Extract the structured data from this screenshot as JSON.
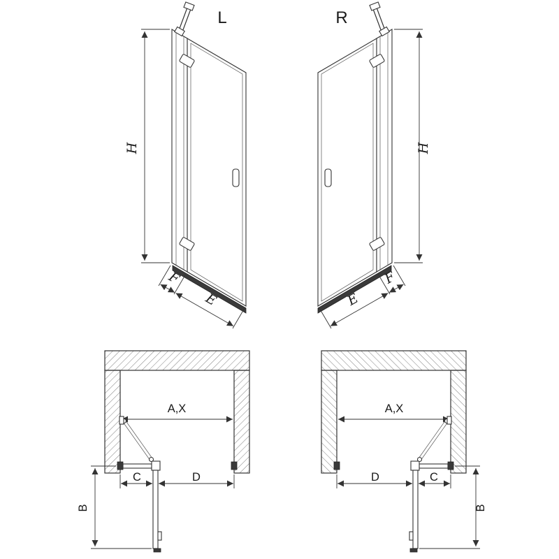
{
  "diagram": {
    "colors": {
      "line": "#333333",
      "hatch": "#8a8a8a",
      "threshold": "#3a3a3a",
      "background": "#ffffff"
    }
  },
  "front_views": {
    "left": {
      "label": "L",
      "height": "H",
      "fixed": "F",
      "door": "E"
    },
    "right": {
      "label": "R",
      "height": "H",
      "fixed": "F",
      "door": "E"
    }
  },
  "plan_views": {
    "left": {
      "width": "A,X",
      "panel": "C",
      "door": "D",
      "depth": "B"
    },
    "right": {
      "width": "A,X",
      "panel": "C",
      "door": "D",
      "depth": "B"
    }
  }
}
